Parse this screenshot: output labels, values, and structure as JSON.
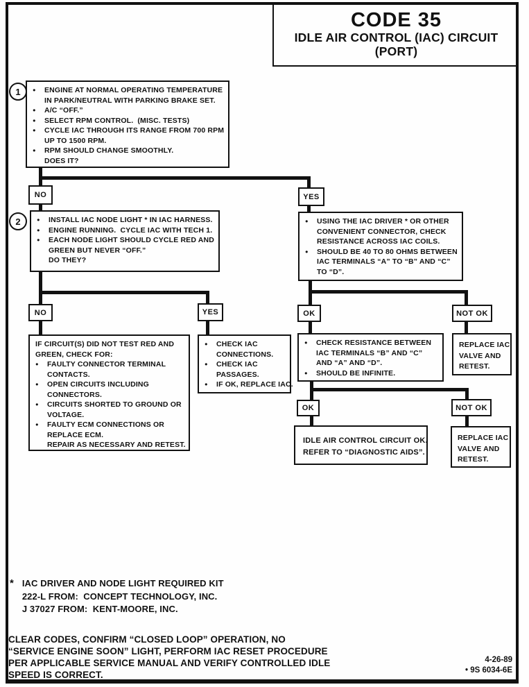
{
  "header": {
    "code": "CODE 35",
    "title": "IDLE AIR CONTROL (IAC) CIRCUIT",
    "subtitle": "(PORT)"
  },
  "labels": {
    "no1": "NO",
    "yes1": "YES",
    "no2": "NO",
    "yes2": "YES",
    "ok1": "OK",
    "not_ok1": "NOT OK",
    "ok2": "OK",
    "not_ok2": "NOT OK"
  },
  "steps": {
    "step1": {
      "number": "1",
      "rows": [
        {
          "type": "bullet",
          "text": "ENGINE AT NORMAL OPERATING TEMPERATURE"
        },
        {
          "type": "cont",
          "text": "IN PARK/NEUTRAL WITH PARKING BRAKE SET."
        },
        {
          "type": "bullet",
          "text": "A/C “OFF.”"
        },
        {
          "type": "bullet",
          "text": "SELECT RPM CONTROL.  (MISC. TESTS)"
        },
        {
          "type": "bullet",
          "text": "CYCLE IAC THROUGH ITS RANGE FROM 700 RPM"
        },
        {
          "type": "cont",
          "text": "UP TO 1500 RPM."
        },
        {
          "type": "bullet",
          "text": "RPM SHOULD CHANGE SMOOTHLY."
        },
        {
          "type": "cont",
          "text": "DOES IT?"
        }
      ]
    },
    "step2": {
      "number": "2",
      "rows": [
        {
          "type": "bullet",
          "text": "INSTALL IAC NODE LIGHT * IN IAC HARNESS."
        },
        {
          "type": "bullet",
          "text": "ENGINE RUNNING.  CYCLE IAC WITH TECH 1."
        },
        {
          "type": "bullet",
          "text": "EACH NODE LIGHT SHOULD CYCLE RED AND"
        },
        {
          "type": "cont",
          "text": "GREEN BUT NEVER “OFF.”"
        },
        {
          "type": "cont",
          "text": "DO THEY?"
        }
      ]
    },
    "iac_driver": {
      "rows": [
        {
          "type": "bullet",
          "text": "USING THE IAC DRIVER * OR OTHER"
        },
        {
          "type": "cont",
          "text": "CONVENIENT CONNECTOR, CHECK"
        },
        {
          "type": "cont",
          "text": "RESISTANCE ACROSS IAC COILS."
        },
        {
          "type": "bullet",
          "text": "SHOULD BE 40 TO 80 OHMS BETWEEN"
        },
        {
          "type": "cont",
          "text": "IAC TERMINALS “A” TO “B” AND “C”"
        },
        {
          "type": "cont",
          "text": "TO “D”."
        }
      ]
    },
    "fault_check": {
      "rows": [
        {
          "type": "plain",
          "text": "IF CIRCUIT(S) DID NOT TEST RED AND"
        },
        {
          "type": "plain",
          "text": "GREEN, CHECK FOR:"
        },
        {
          "type": "bullet",
          "text": "FAULTY CONNECTOR TERMINAL"
        },
        {
          "type": "cont",
          "text": "CONTACTS."
        },
        {
          "type": "bullet",
          "text": "OPEN CIRCUITS INCLUDING"
        },
        {
          "type": "cont",
          "text": "CONNECTORS."
        },
        {
          "type": "bullet",
          "text": "CIRCUITS SHORTED TO GROUND OR"
        },
        {
          "type": "cont",
          "text": "VOLTAGE."
        },
        {
          "type": "bullet",
          "text": "FAULTY ECM CONNECTIONS OR"
        },
        {
          "type": "cont",
          "text": "REPLACE ECM."
        },
        {
          "type": "cont",
          "text": "REPAIR AS NECESSARY AND RETEST."
        }
      ]
    },
    "check_iac": {
      "rows": [
        {
          "type": "bullet",
          "text": "CHECK IAC"
        },
        {
          "type": "cont",
          "text": "CONNECTIONS."
        },
        {
          "type": "bullet",
          "text": "CHECK IAC"
        },
        {
          "type": "cont",
          "text": "PASSAGES."
        },
        {
          "type": "bullet",
          "text": "IF OK, REPLACE IAC."
        }
      ]
    },
    "check_resistance": {
      "rows": [
        {
          "type": "bullet",
          "text": "CHECK RESISTANCE BETWEEN"
        },
        {
          "type": "cont",
          "text": "IAC TERMINALS “B” AND “C”"
        },
        {
          "type": "cont",
          "text": "AND “A” AND “D”."
        },
        {
          "type": "bullet",
          "text": "SHOULD BE INFINITE."
        }
      ]
    },
    "replace_iac_1": {
      "lines": [
        "REPLACE IAC",
        "VALVE AND",
        "RETEST."
      ]
    },
    "idle_ok": {
      "lines": [
        "IDLE AIR CONTROL CIRCUIT OK.",
        "REFER TO “DIAGNOSTIC AIDS”."
      ]
    },
    "replace_iac_2": {
      "lines": [
        "REPLACE IAC",
        "VALVE AND",
        "RETEST."
      ]
    }
  },
  "footnote": {
    "marker": "*",
    "lines": [
      "IAC DRIVER AND NODE LIGHT REQUIRED KIT",
      "222-L FROM:  CONCEPT TECHNOLOGY, INC.",
      "J 37027 FROM:  KENT-MOORE, INC."
    ]
  },
  "bottom_note": {
    "lines": [
      "CLEAR CODES, CONFIRM “CLOSED LOOP” OPERATION, NO",
      "“SERVICE ENGINE SOON” LIGHT, PERFORM IAC RESET PROCEDURE",
      "PER APPLICABLE SERVICE MANUAL AND VERIFY CONTROLLED IDLE",
      "SPEED IS CORRECT."
    ]
  },
  "doc_ref": {
    "date": "4-26-89",
    "number": "• 9S 6034-6E"
  }
}
